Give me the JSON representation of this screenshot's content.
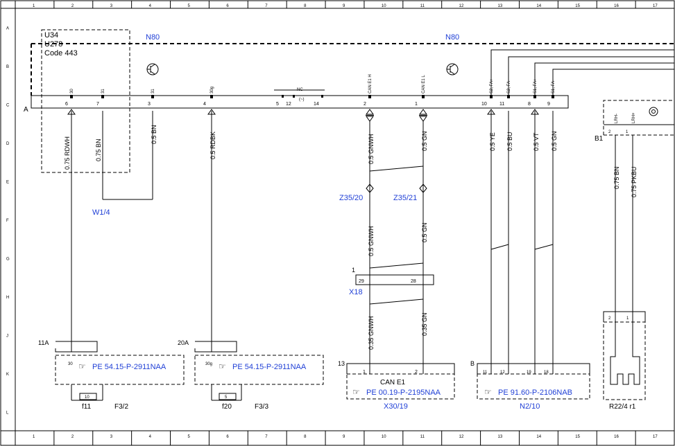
{
  "grid": {
    "columns": [
      "1",
      "2",
      "3",
      "4",
      "5",
      "6",
      "7",
      "8",
      "9",
      "10",
      "11",
      "12",
      "13",
      "14",
      "15",
      "16",
      "17"
    ],
    "rows": [
      "A",
      "B",
      "C",
      "D",
      "E",
      "F",
      "G",
      "H",
      "J",
      "K",
      "L"
    ]
  },
  "components": {
    "u34": "U34",
    "u278": "U278",
    "code443": "Code 443",
    "n80_left": "N80",
    "n80_right": "N80",
    "a_marker": "A",
    "b1_marker": "B1",
    "nc": "NC",
    "w14": "W1/4",
    "z35_20": "Z35/20",
    "z35_21": "Z35/21",
    "x18": "X18",
    "x18_pin1": "1",
    "x18_pin29": "29",
    "x18_pin28": "28",
    "f11_terminal": "11A",
    "f20_terminal": "20A",
    "f11": "f11",
    "f20": "f20",
    "f3_2": "F3/2",
    "f3_3": "F3/3",
    "fuse_10": "10",
    "fuse_5": "5",
    "pin_30": "30",
    "pin_30g": "30g",
    "pe_f32": "PE 54.15-P-2911NAA",
    "pe_f33": "PE 54.15-P-2911NAA",
    "can_e1": "CAN E1",
    "pe_x30": "PE 00.19-P-2195NAA",
    "x30_19": "X30/19",
    "x30_num": "13",
    "x30_pin1": "1",
    "x30_pin2": "2",
    "pe_n210": "PE 91.60-P-2106NAB",
    "n2_10": "N2/10",
    "n2_10_marker": "B",
    "n2_pins": [
      "11",
      "12",
      "19",
      "18"
    ],
    "r22_4": "R22/4 r1",
    "r22_pin2": "2",
    "r22_pin1": "1"
  },
  "connector_pins": [
    {
      "label": "30",
      "pin": "6"
    },
    {
      "label": "31",
      "pin": "7"
    },
    {
      "label": "31",
      "pin": "3"
    },
    {
      "label": "30g",
      "pin": "4"
    },
    {
      "label": "CAN E1 H",
      "pin": "2"
    },
    {
      "label": "CAN E1 L",
      "pin": "1"
    },
    {
      "label": "S2, FA+",
      "pin": "10"
    },
    {
      "label": "S2, FA-",
      "pin": "11"
    },
    {
      "label": "S1, FA+",
      "pin": "8"
    },
    {
      "label": "S1, FA-",
      "pin": "9"
    }
  ],
  "nc_pins": [
    "5",
    "12",
    "14"
  ],
  "b1_pins": [
    "2",
    "1"
  ],
  "b1_pin_labels": [
    "LRH-",
    "LRH+"
  ],
  "wires": {
    "w1": "0.75 RDWH",
    "w2": "0.75 BN",
    "w3": "0.5 BN",
    "w4": "0.5 RDBK",
    "w5a": "0.5 GNWH",
    "w6a": "0.5 GN",
    "w5b": "0.5 GNWH",
    "w6b": "0.5 GN",
    "w5c": "0.35 GNWH",
    "w6c": "0.35 GN",
    "w7": "0.5 YE",
    "w8": "0.5 BU",
    "w9": "0.5 VT",
    "w10": "0.5 GN",
    "w11": "0.75 BN",
    "w12": "0.75 PKBU"
  }
}
